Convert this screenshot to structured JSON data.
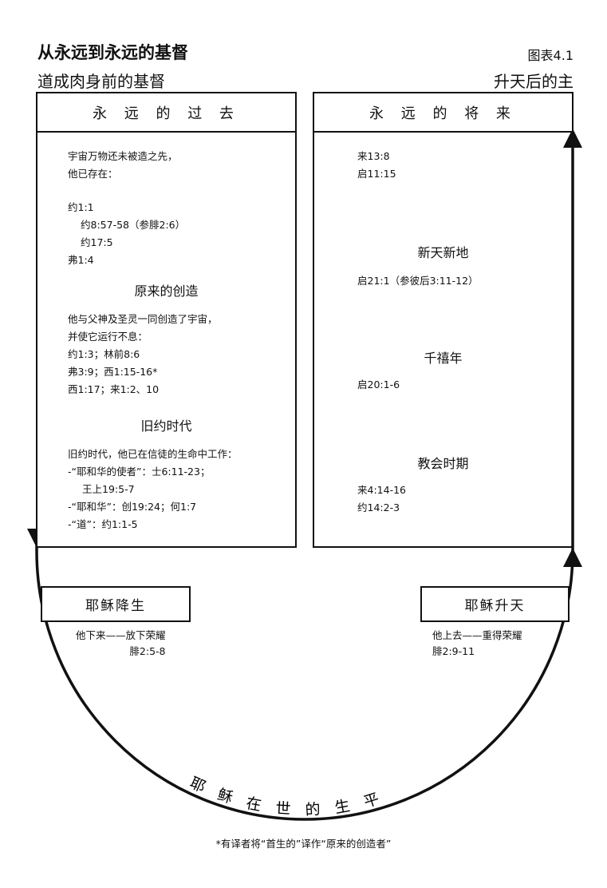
{
  "header": {
    "title": "从永远到永远的基督",
    "figure_no": "图表4.1",
    "left_subtitle": "道成肉身前的基督",
    "right_subtitle": "升天后的主"
  },
  "left_box": {
    "heading": "永 远 的 过 去",
    "intro": [
      "宇宙万物还未被造之先，",
      "他已存在："
    ],
    "refs": [
      "约1:1",
      "约8:57-58（参腓2:6）",
      "约17:5",
      "弗1:4"
    ],
    "creation": {
      "heading": "原来的创造",
      "lines": [
        "他与父神及圣灵一同创造了宇宙，",
        "并使它运行不息：",
        "约1:3；林前8:6",
        "弗3:9；西1:15-16*",
        "西1:17；来1:2、10"
      ]
    },
    "ot": {
      "heading": "旧约时代",
      "lines": [
        "旧约时代，他已在信徒的生命中工作：",
        "-“耶和华的使者”：士6:11-23；",
        "王上19:5-7",
        "-“耶和华”：创19:24；何1:7",
        "-“道”：约1:1-5"
      ]
    }
  },
  "right_box": {
    "heading": "永 远 的 将 来",
    "refs": [
      "来13:8",
      "启11:15"
    ],
    "sections": [
      {
        "heading": "新天新地",
        "lines": [
          "启21:1（参彼后3:11-12）"
        ]
      },
      {
        "heading": "千禧年",
        "lines": [
          "启20:1-6"
        ]
      },
      {
        "heading": "教会时期",
        "lines": [
          "来4:14-16",
          "约14:2-3"
        ]
      }
    ]
  },
  "incarnation": {
    "label": "耶稣降生",
    "line1": "他下来——放下荣耀",
    "ref": "腓2:5-8"
  },
  "ascension": {
    "label": "耶稣升天",
    "line1": "他上去——重得荣耀",
    "ref": "腓2:9-11"
  },
  "arc_label": "耶稣在世的生平",
  "footnote": "*有译者将“首生的”译作“原来的创造者”"
}
